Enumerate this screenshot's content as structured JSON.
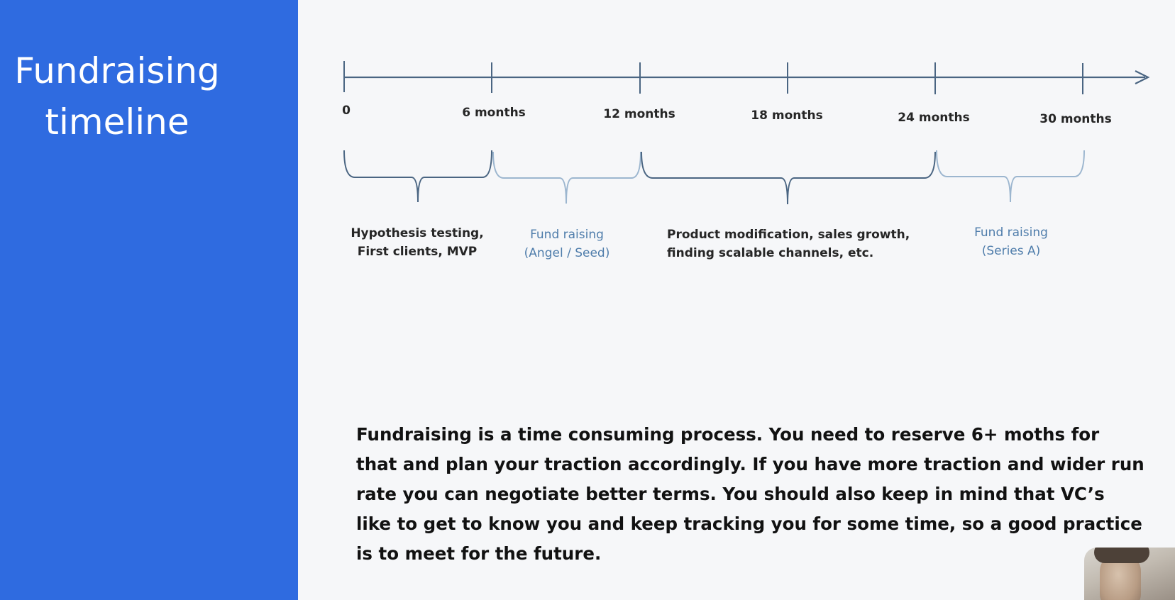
{
  "slide": {
    "title_line1": "Fundraising",
    "title_line2": "timeline",
    "accent_color": "#2f6be0"
  },
  "timeline": {
    "ticks": [
      "0",
      "6 months",
      "12 months",
      "18 months",
      "24 months",
      "30 months"
    ],
    "phases": [
      {
        "line1": "Hypothesis testing,",
        "line2": "First clients, MVP",
        "style": "dark"
      },
      {
        "line1": "Fund raising",
        "line2": "(Angel / Seed)",
        "style": "blue"
      },
      {
        "line1": "Product modification, sales growth,",
        "line2": "finding scalable channels, etc.",
        "style": "dark"
      },
      {
        "line1": "Fund raising",
        "line2": "(Series A)",
        "style": "blue"
      }
    ],
    "axis_color": "#4a6582",
    "bracket_dark_color": "#4a6582",
    "bracket_light_color": "#9cb6cf"
  },
  "body": {
    "text": "Fundraising is a time consuming process. You need to reserve 6+ moths for that and plan your traction accordingly. If you have more traction and wider run rate you can negotiate better terms. You should also keep in mind that VC’s like to get to know you and keep tracking you for some time, so a good practice is to meet for the future."
  },
  "webcam": {
    "icon": "presenter-video-thumbnail"
  }
}
